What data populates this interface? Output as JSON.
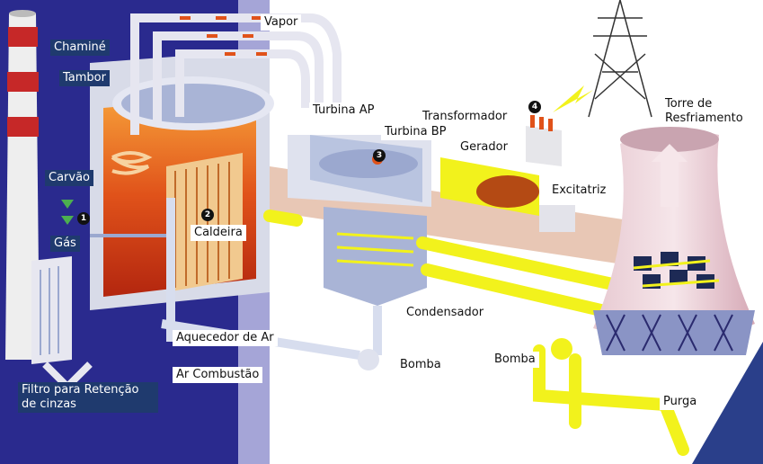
{
  "labels": {
    "vapor": "Vapor",
    "chamine": "Chaminé",
    "tambor": "Tambor",
    "turbina_ap": "Turbina AP",
    "transformador": "Transformador",
    "turbina_bp": "Turbina BP",
    "gerador": "Gerador",
    "torre_de_resfriamento": "Torre de Resfriamento",
    "carvao": "Carvão",
    "excitatriz": "Excitatriz",
    "caldeira": "Caldeira",
    "gas": "Gás",
    "condensador": "Condensador",
    "aquecedor_de_ar": "Aquecedor de Ar",
    "bomba_1": "Bomba",
    "bomba_2": "Bomba",
    "ar_combustao": "Ar Combustão",
    "filtro": "Filtro para Retenção de cinzas",
    "purga": "Purga"
  },
  "badges": [
    "1",
    "2",
    "3",
    "4"
  ],
  "colors": {
    "background_blue": "#2a2a8e",
    "label_dark": "#1f3a6e",
    "pipe_yellow": "#f2f21c",
    "boiler_orange": "#e05a1a",
    "steam_pipe": "#e6e6f0",
    "stack_red": "#c62828"
  }
}
